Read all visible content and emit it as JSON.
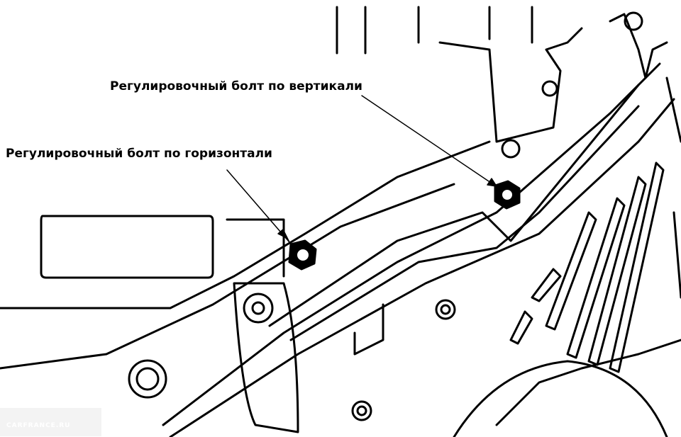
{
  "labels": {
    "vertical_bolt": "Регулировочный болт по вертикали",
    "horizontal_bolt": "Регулировочный болт по горизонтали"
  },
  "watermark": "CARFRANCE.RU",
  "colors": {
    "line": "#000000",
    "background": "#ffffff"
  }
}
